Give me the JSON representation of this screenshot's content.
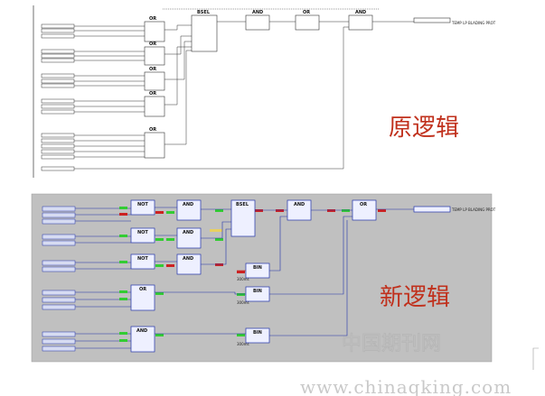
{
  "captions": {
    "original": "原逻辑",
    "new": "新逻辑"
  },
  "watermark": {
    "cn": "中国期刊网",
    "url": "www.chinaqking.com"
  },
  "blocks": {
    "and": "AND",
    "or": "OR",
    "not": "NOT",
    "bsel": "BSEL",
    "bin": "BIN"
  },
  "output_tag": "TEMP LP BLADING PROT",
  "time_label": "300ms"
}
